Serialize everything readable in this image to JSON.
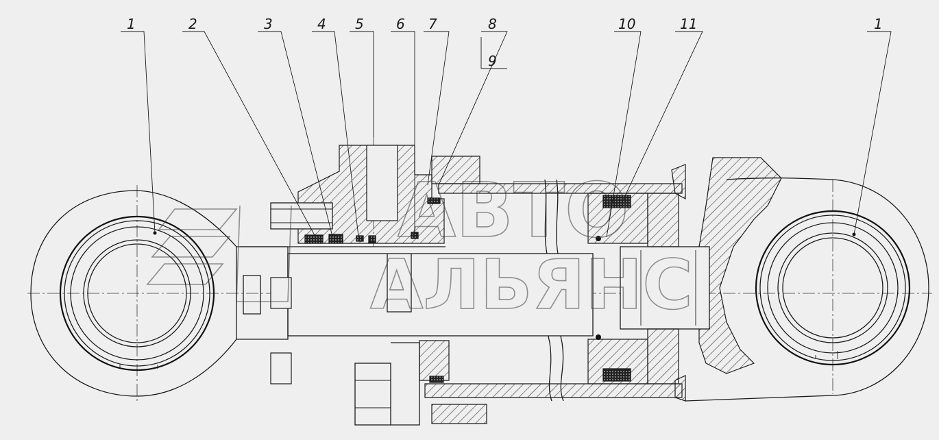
{
  "callouts": [
    {
      "id": "c1l",
      "text": "1"
    },
    {
      "id": "c2",
      "text": "2"
    },
    {
      "id": "c3",
      "text": "3"
    },
    {
      "id": "c4",
      "text": "4"
    },
    {
      "id": "c5",
      "text": "5"
    },
    {
      "id": "c6",
      "text": "6"
    },
    {
      "id": "c7",
      "text": "7"
    },
    {
      "id": "c8",
      "text": "8"
    },
    {
      "id": "c9",
      "text": "9"
    },
    {
      "id": "c10",
      "text": "10"
    },
    {
      "id": "c11",
      "text": "11"
    },
    {
      "id": "c1r",
      "text": "1"
    }
  ],
  "watermark": {
    "line1": "АВТО",
    "line2": "АЛЬЯНС"
  }
}
